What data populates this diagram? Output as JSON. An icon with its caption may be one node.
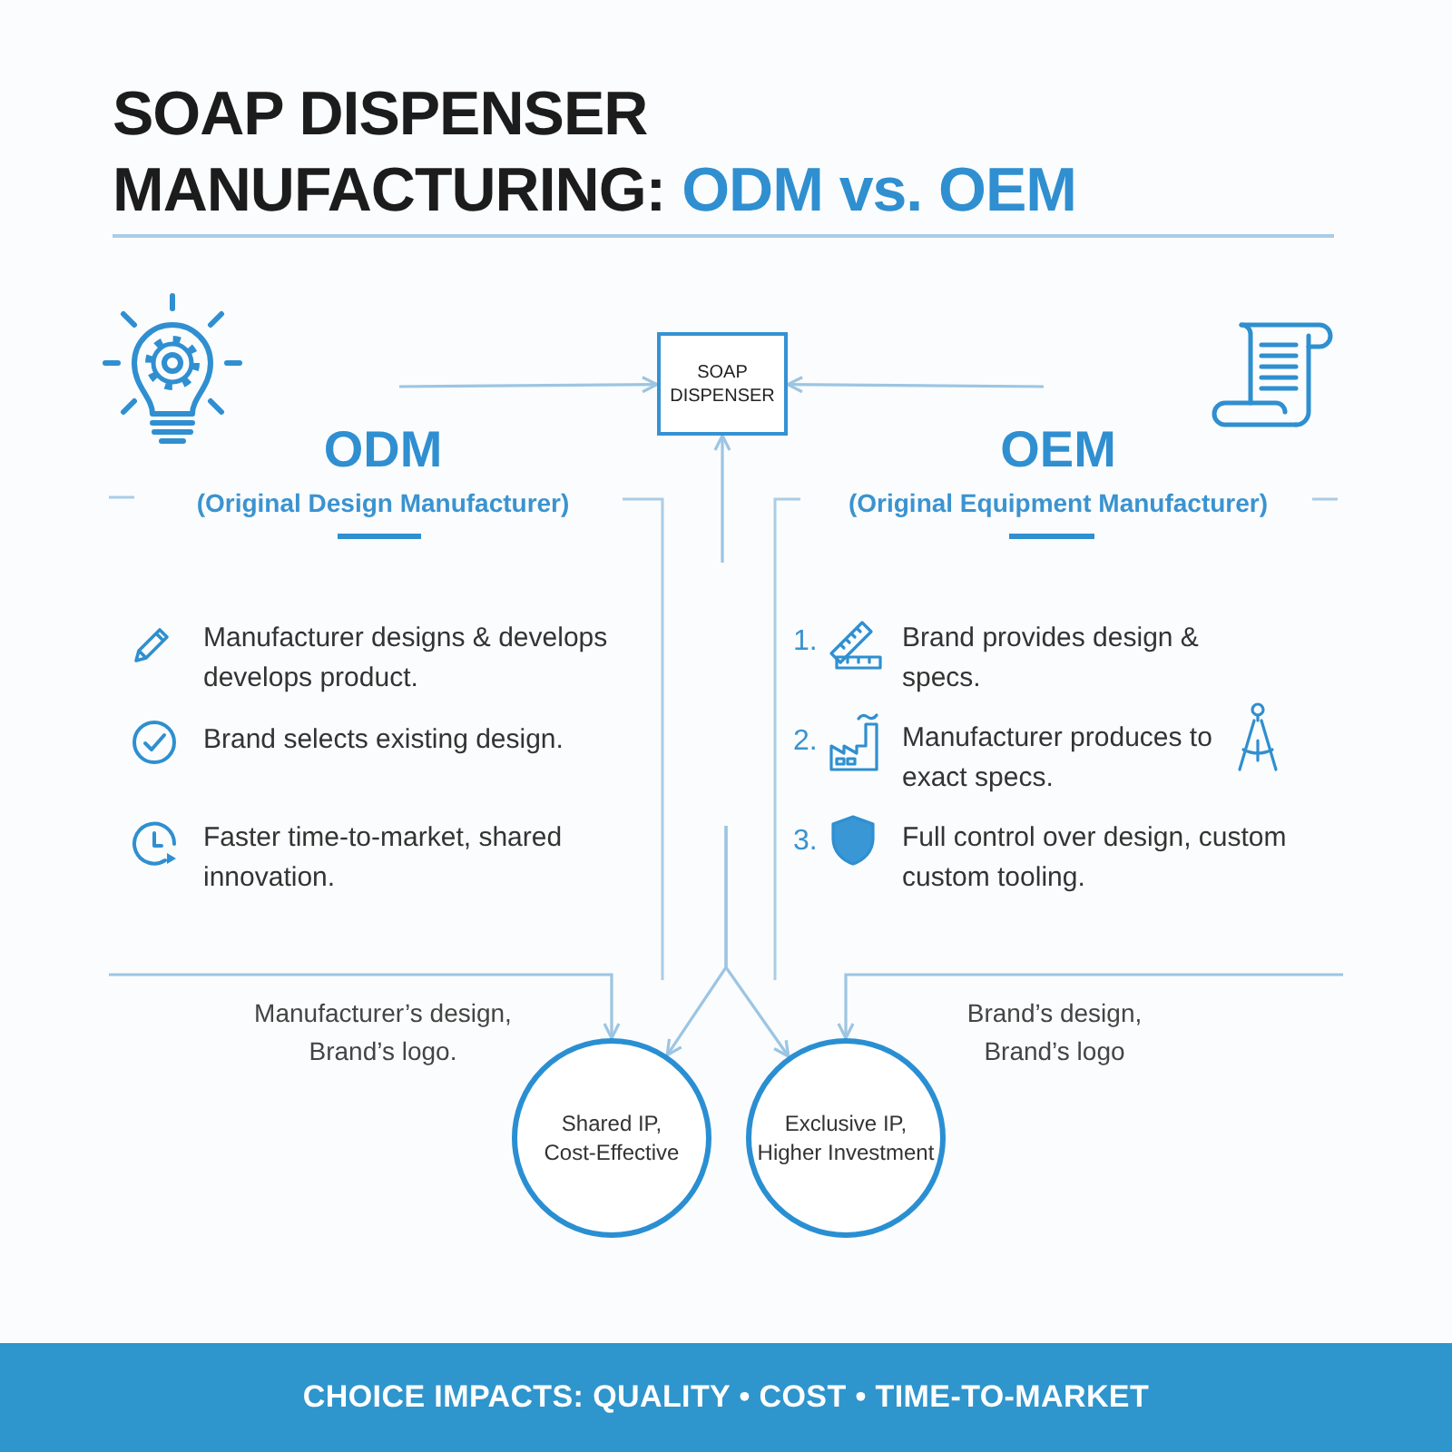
{
  "diagram": {
    "title": "SOAP DISPENSER MANUFACTURING: **ODM vs. OEM**",
    "caption": "CHOICE IMPACTS: QUALITY • COST • TIME-TO-MARKET",
    "nodes": [
      {
        "text": [
          "SOAP DISPENSER"
        ]
      },
      {
        "text": [
          "ODM",
          "(Original Design Manufacturer)"
        ]
      },
      {
        "text": [
          "OEM",
          "(Original Equipment Manufacturer)"
        ]
      },
      {
        "text": [
          "Shared IP, Cost-Effective"
        ]
      },
      {
        "text": [
          "Exclusive IP, Higher Investment"
        ]
      }
    ],
    "edges": [
      {
        "from": null,
        "to": 0,
        "arrow": "to"
      },
      {
        "from": null,
        "to": 0,
        "arrow": "to"
      },
      {
        "from": null,
        "to": 0,
        "arrow": "to"
      },
      {
        "from": null,
        "to": 3,
        "arrow": "to"
      },
      {
        "from": null,
        "to": 4,
        "arrow": "to"
      },
      {
        "from": null,
        "to": 3,
        "arrow": "to",
        "label": "Manufacturer’s design, Brand’s logo."
      },
      {
        "from": null,
        "to": 4,
        "arrow": "to",
        "label": "Brand’s design, Brand’s logo"
      }
    ],
    "labels": [
      "Manufacturer designs & develops develops product.",
      "Brand selects existing design.",
      "Faster time-to-market, shared innovation.",
      "1.",
      "Brand provides design & specs.",
      "2.",
      "Manufacturer produces to exact specs.",
      "3.",
      "Full control over design, custom custom tooling."
    ]
  }
}
